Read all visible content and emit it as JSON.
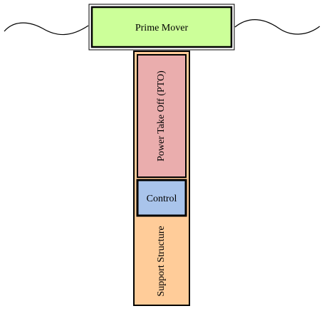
{
  "diagram": {
    "prime_mover": {
      "label": "Prime Mover",
      "fill": "#ccff99"
    },
    "pto": {
      "label": "Power Take Off (PTO)",
      "fill": "#eaadad"
    },
    "control": {
      "label": "Control",
      "fill": "#a9c4eb"
    },
    "support_structure": {
      "label": "Support Structure",
      "fill": "#ffcc99"
    },
    "water_surface": {
      "stroke": "#000000"
    }
  }
}
